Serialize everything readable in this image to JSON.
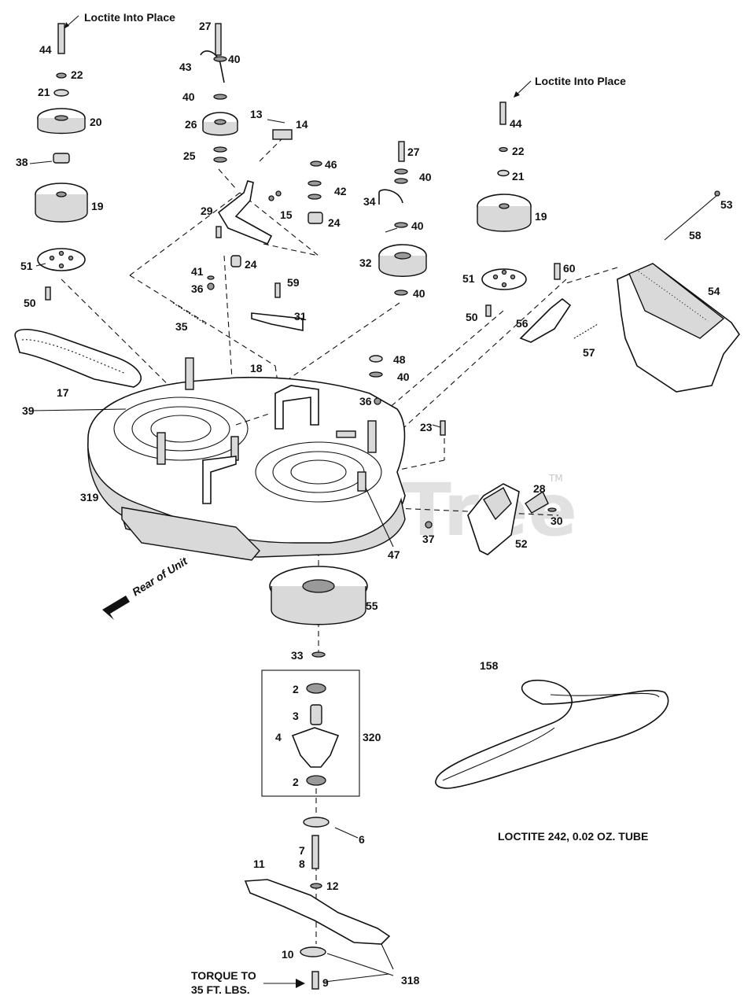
{
  "notes": {
    "loctite_left": "Loctite Into Place",
    "loctite_right": "Loctite Into Place",
    "rear_of_unit": "Rear of Unit",
    "torque_line1": "TORQUE TO",
    "torque_line2": "35 FT. LBS.",
    "loctite_tube": "LOCTITE 242, 0.02 OZ. TUBE"
  },
  "watermark": {
    "text": "PartsTree",
    "tm": "TM"
  },
  "callouts": [
    "44",
    "22",
    "21",
    "20",
    "38",
    "19",
    "51",
    "50",
    "17",
    "27",
    "40",
    "43",
    "40",
    "26",
    "25",
    "29",
    "41",
    "36",
    "24",
    "35",
    "13",
    "14",
    "15",
    "46",
    "42",
    "24",
    "59",
    "31",
    "18",
    "39",
    "319",
    "27",
    "40",
    "34",
    "40",
    "32",
    "40",
    "48",
    "40",
    "36",
    "23",
    "44",
    "22",
    "21",
    "19",
    "51",
    "50",
    "60",
    "56",
    "57",
    "53",
    "58",
    "54",
    "28",
    "30",
    "37",
    "52",
    "47",
    "55",
    "33",
    "2",
    "3",
    "4",
    "320",
    "2",
    "6",
    "7",
    "8",
    "12",
    "11",
    "10",
    "9",
    "318",
    "158"
  ]
}
